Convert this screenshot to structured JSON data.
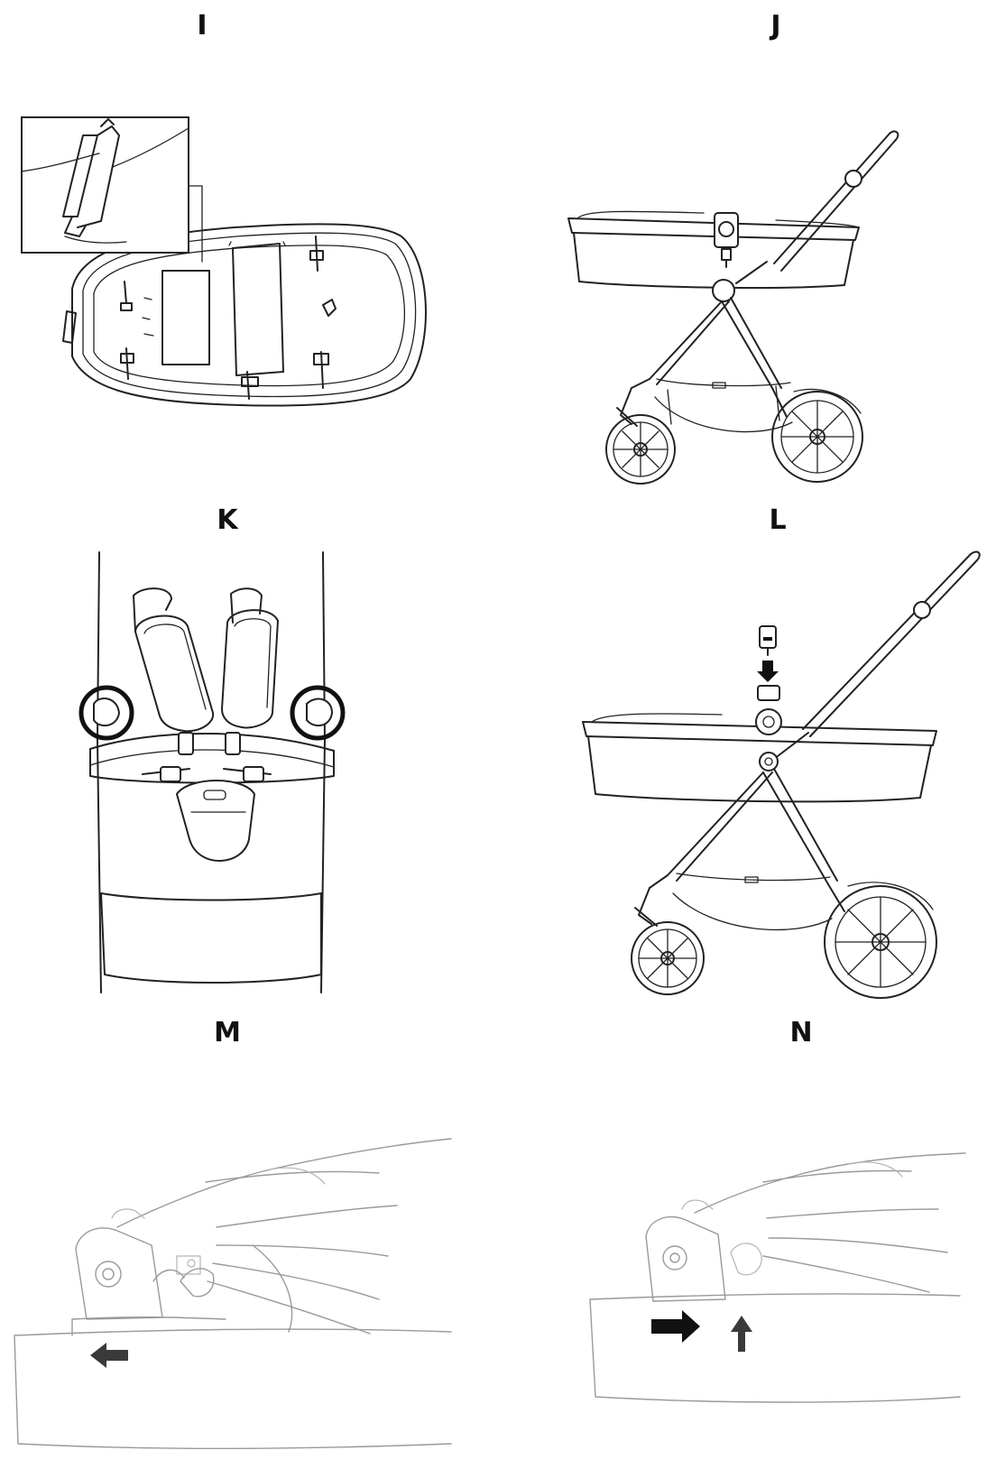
{
  "steps": {
    "I": "I",
    "J": "J",
    "K": "K",
    "L": "L",
    "M": "M",
    "N": "N"
  }
}
